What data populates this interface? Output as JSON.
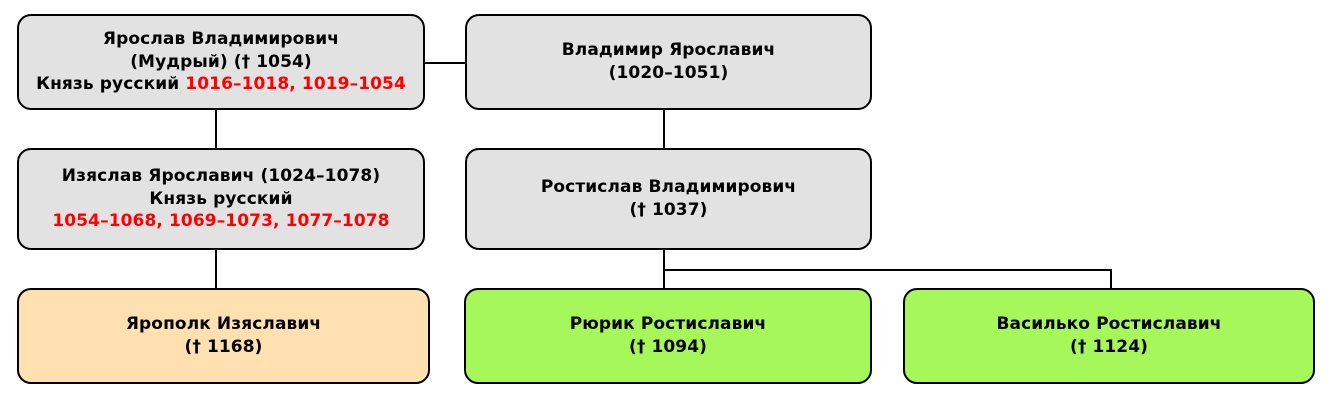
{
  "diagram": {
    "type": "genealogy-tree",
    "title": "",
    "colors": {
      "box_grey": "#e2e2e2",
      "box_orange": "#ffe0b0",
      "box_green": "#a6f75a",
      "border": "#000000",
      "text": "#000000",
      "reign_text": "#ff0000",
      "background": "#ffffff"
    },
    "nodes": [
      {
        "id": "yaroslav",
        "style": "grey",
        "lines": [
          {
            "text": "Ярослав Владимирович"
          },
          {
            "text": "(Мудрый) († 1054)"
          }
        ],
        "title_label": "Князь русский",
        "reign": "1016–1018, 1019–1054"
      },
      {
        "id": "vladimir",
        "style": "grey",
        "lines": [
          {
            "text": "Владимир Ярославич"
          },
          {
            "text": "(1020–1051)"
          }
        ],
        "title_label": "",
        "reign": ""
      },
      {
        "id": "izyaslav",
        "style": "grey",
        "lines": [
          {
            "text": "Изяслав Ярославич (1024–1078)"
          }
        ],
        "title_label": "Князь русский",
        "reign": "1054–1068, 1069–1073, 1077–1078"
      },
      {
        "id": "rostislav",
        "style": "grey",
        "lines": [
          {
            "text": "Ростислав Владимирович"
          },
          {
            "text": "(† 1037)"
          }
        ],
        "title_label": "",
        "reign": ""
      },
      {
        "id": "yaropolk",
        "style": "orange",
        "lines": [
          {
            "text": "Ярополк Изяславич"
          },
          {
            "text": "(† 1168)"
          }
        ],
        "title_label": "",
        "reign": ""
      },
      {
        "id": "rurik",
        "style": "green",
        "lines": [
          {
            "text": "Рюрик Ростиславич"
          },
          {
            "text": "(† 1094)"
          }
        ],
        "title_label": "",
        "reign": ""
      },
      {
        "id": "vasilko",
        "style": "green",
        "lines": [
          {
            "text": "Василько Ростиславич"
          },
          {
            "text": "(† 1124)"
          }
        ],
        "title_label": "",
        "reign": ""
      }
    ],
    "edges": [
      {
        "from": "yaroslav",
        "to": "vladimir",
        "kind": "horizontal"
      },
      {
        "from": "yaroslav",
        "to": "izyaslav",
        "kind": "vertical"
      },
      {
        "from": "vladimir",
        "to": "rostislav",
        "kind": "vertical"
      },
      {
        "from": "izyaslav",
        "to": "yaropolk",
        "kind": "vertical"
      },
      {
        "from": "rostislav",
        "to": "rurik",
        "kind": "vertical"
      },
      {
        "from": "rostislav",
        "to": "vasilko",
        "kind": "elbow"
      }
    ]
  }
}
